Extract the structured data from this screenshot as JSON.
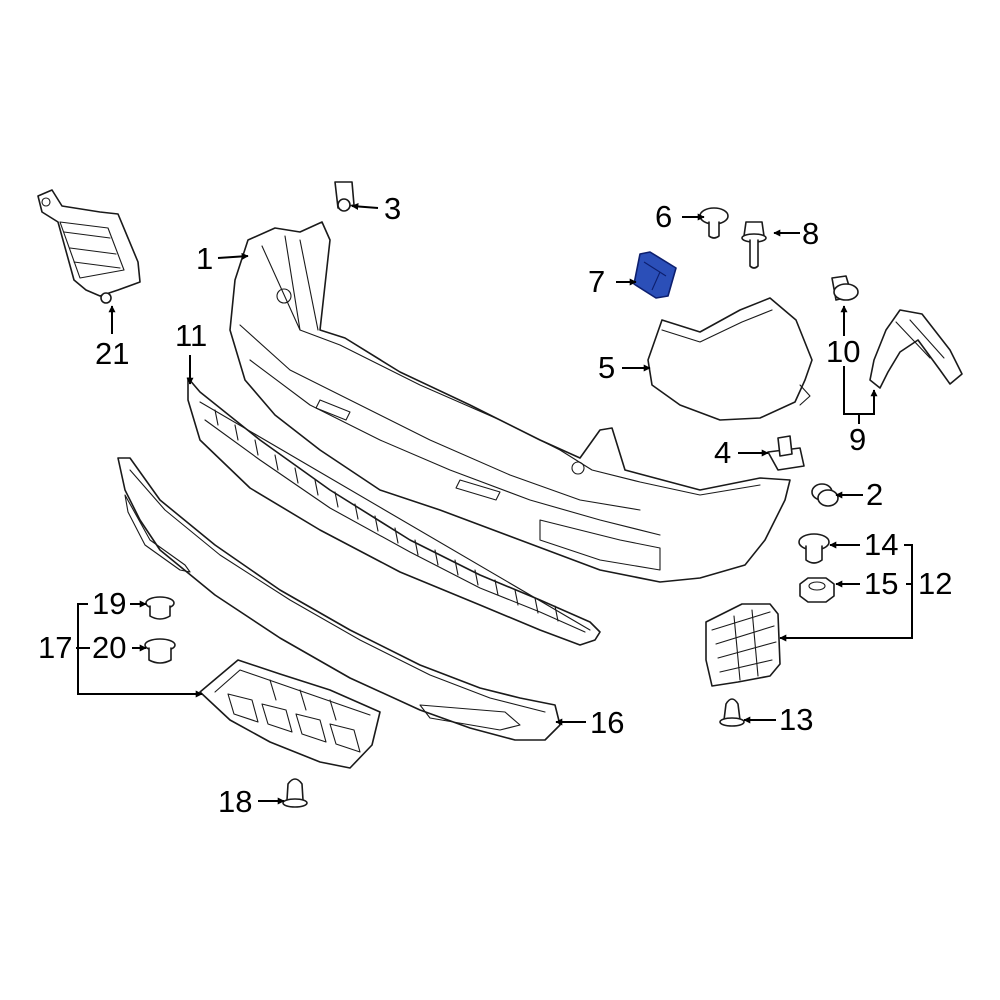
{
  "callouts": [
    {
      "id": "1",
      "text": "1"
    },
    {
      "id": "2",
      "text": "2"
    },
    {
      "id": "3",
      "text": "3"
    },
    {
      "id": "4",
      "text": "4"
    },
    {
      "id": "5",
      "text": "5"
    },
    {
      "id": "6",
      "text": "6"
    },
    {
      "id": "7",
      "text": "7"
    },
    {
      "id": "8",
      "text": "8"
    },
    {
      "id": "9",
      "text": "9"
    },
    {
      "id": "10",
      "text": "10"
    },
    {
      "id": "11",
      "text": "11"
    },
    {
      "id": "12",
      "text": "12"
    },
    {
      "id": "13",
      "text": "13"
    },
    {
      "id": "14",
      "text": "14"
    },
    {
      "id": "15",
      "text": "15"
    },
    {
      "id": "16",
      "text": "16"
    },
    {
      "id": "17",
      "text": "17"
    },
    {
      "id": "18",
      "text": "18"
    },
    {
      "id": "19",
      "text": "19"
    },
    {
      "id": "20",
      "text": "20"
    },
    {
      "id": "21",
      "text": "21"
    }
  ],
  "highlighted_part": "7",
  "colors": {
    "line": "#1a1a1a",
    "highlight_fill": "#2b4fb8",
    "highlight_stroke": "#0d1f6e",
    "label": "#000000"
  }
}
